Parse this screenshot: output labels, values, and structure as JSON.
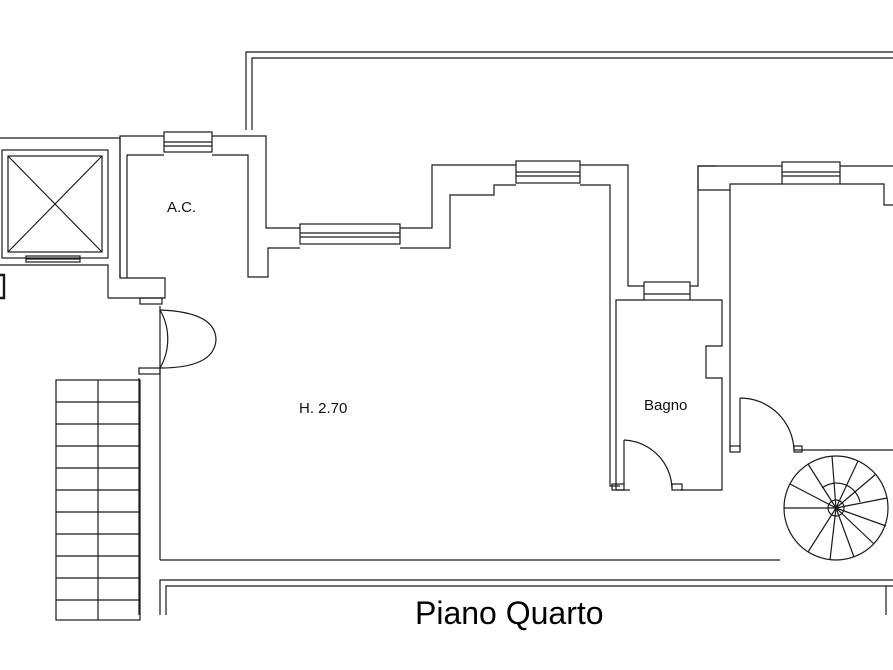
{
  "plan": {
    "title": "Piano Quarto",
    "rooms": {
      "storage_label": "A.C.",
      "main_height_label": "H. 2.70",
      "bathroom_label": "Bagno"
    }
  },
  "colors": {
    "line": "#1a1a1a",
    "background": "#ffffff"
  }
}
